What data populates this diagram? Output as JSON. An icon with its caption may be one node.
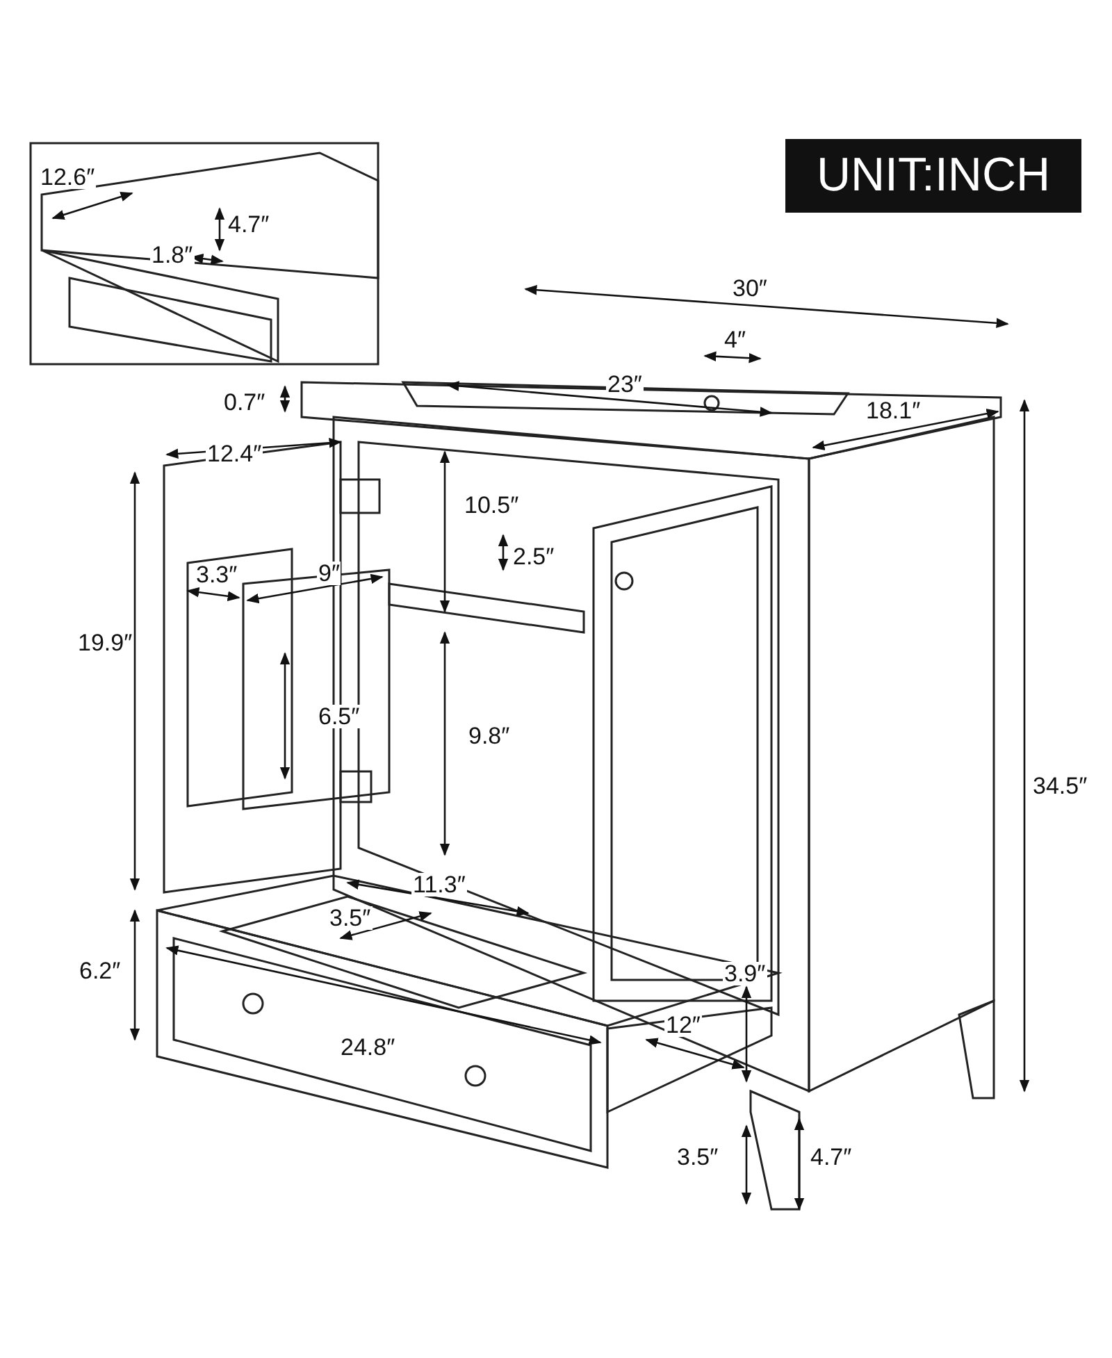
{
  "diagram": {
    "title": "UNIT:INCH",
    "labels": [
      "12.6″",
      "4.7″",
      "1.8″",
      "30″",
      "4″",
      "23″",
      "0.7″",
      "18.1″",
      "12.4″",
      "10.5″",
      "2.5″",
      "3.3″",
      "9″",
      "19.9″",
      "34.5″",
      "6.5″",
      "9.8″",
      "11.3″",
      "3.5″",
      "6.2″",
      "3.9″",
      "24.8″",
      "12″",
      "3.5″",
      "4.7″"
    ]
  }
}
